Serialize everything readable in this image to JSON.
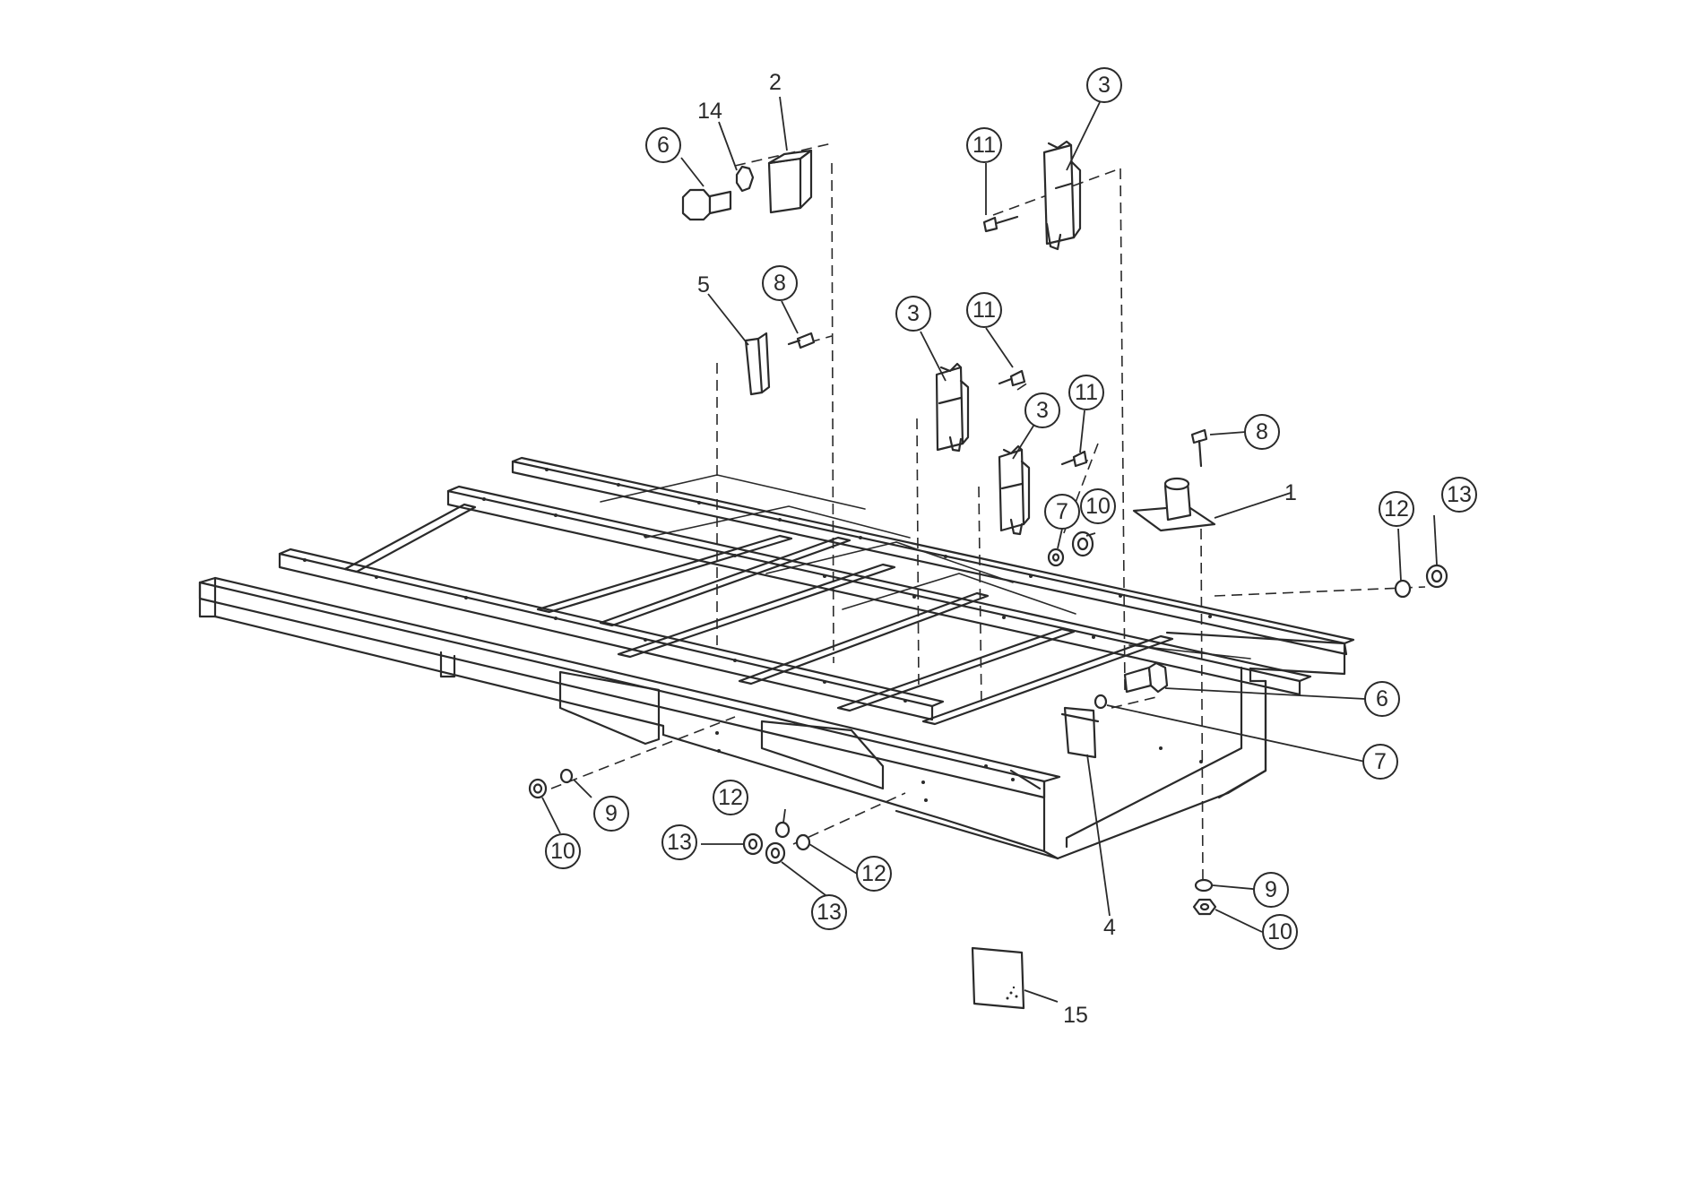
{
  "diagram": {
    "labels": {
      "part_1": "1",
      "part_2": "2",
      "part_3a": "3",
      "part_3b": "3",
      "part_3c": "3",
      "part_4": "4",
      "part_5": "5",
      "part_6a": "6",
      "part_6b": "6",
      "part_7a": "7",
      "part_7b": "7",
      "part_8a": "8",
      "part_8b": "8",
      "part_9a": "9",
      "part_9b": "9",
      "part_10a": "10",
      "part_10b": "10",
      "part_10c": "10",
      "part_11a": "11",
      "part_11b": "11",
      "part_11c": "11",
      "part_12a": "12",
      "part_12b": "12",
      "part_12c": "12",
      "part_13a": "13",
      "part_13b": "13",
      "part_13c": "13",
      "part_14": "14",
      "part_15": "15"
    }
  }
}
